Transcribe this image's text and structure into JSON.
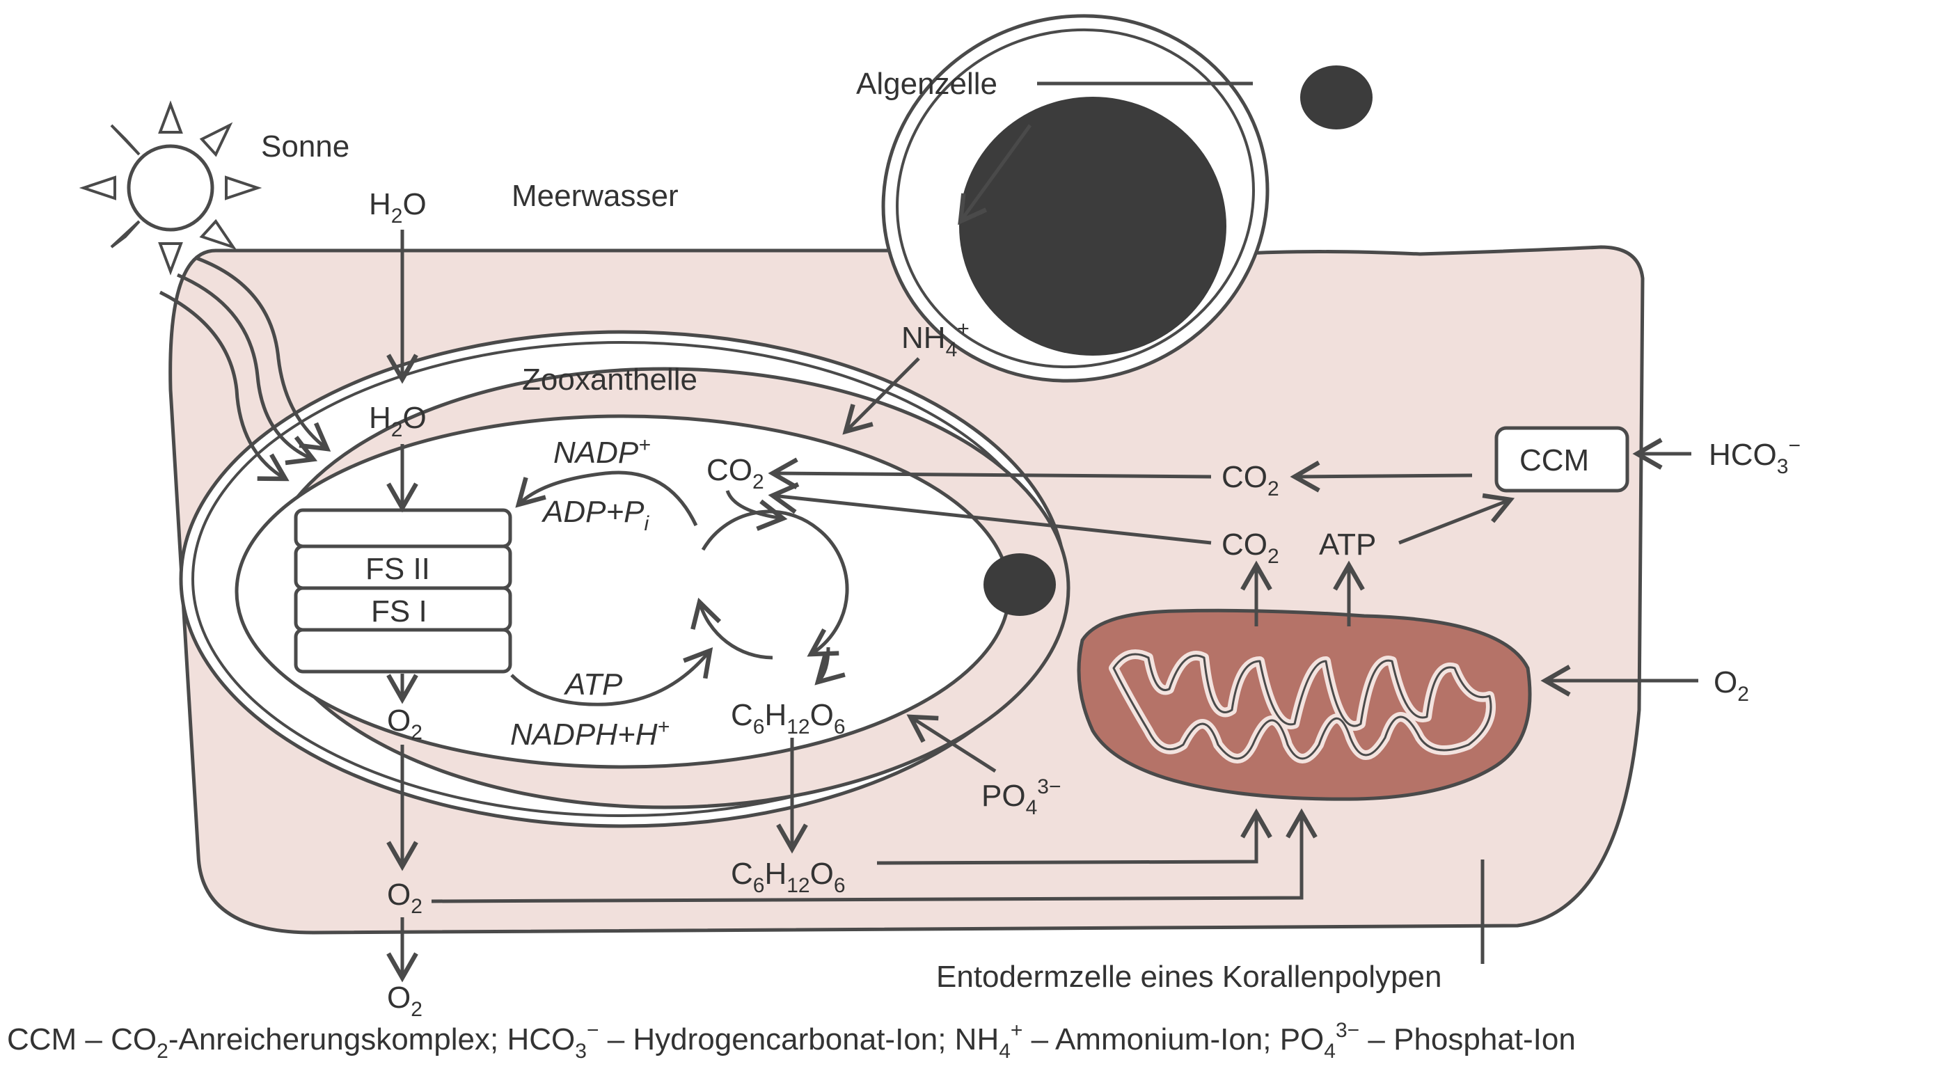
{
  "labels": {
    "sonne": "Sonne",
    "meerwasser": "Meerwasser",
    "algenzelle": "Algenzelle",
    "zooxanthelle": "Zooxanthelle",
    "entodermzelle": "Entodermzelle eines Korallenpolypen",
    "fs2": "FS II",
    "fs1": "FS I",
    "ccm": "CCM"
  },
  "chem": {
    "h2o_top": {
      "base": "H",
      "sub": "2",
      "tail": "O"
    },
    "h2o_inner": {
      "base": "H",
      "sub": "2",
      "tail": "O"
    },
    "o2_inner": {
      "base": "O",
      "sub": "2"
    },
    "o2_cell": {
      "base": "O",
      "sub": "2"
    },
    "o2_out": {
      "base": "O",
      "sub": "2"
    },
    "o2_right": {
      "base": "O",
      "sub": "2"
    },
    "co2_calvin": {
      "base": "CO",
      "sub": "2"
    },
    "co2_upper": {
      "base": "CO",
      "sub": "2"
    },
    "co2_lower": {
      "base": "CO",
      "sub": "2"
    },
    "atp_cell": "ATP",
    "nh4": {
      "base": "NH",
      "sub": "4",
      "sup": "+"
    },
    "hco3": {
      "base": "HCO",
      "sub": "3",
      "sup": "−"
    },
    "po4": {
      "base": "PO",
      "sub": "4",
      "sup": "3−"
    },
    "glucose_inner": {
      "a": "C",
      "s1": "6",
      "b": "H",
      "s2": "12",
      "c": "O",
      "s3": "6"
    },
    "glucose_cell": {
      "a": "C",
      "s1": "6",
      "b": "H",
      "s2": "12",
      "c": "O",
      "s3": "6"
    },
    "nadp": {
      "base": "NADP",
      "sup": "+"
    },
    "adp_pi": {
      "base": "ADP+P",
      "sub": "i"
    },
    "atp_inner": "ATP",
    "nadph": {
      "base": "NADPH+H",
      "sup": "+"
    }
  },
  "legend": {
    "p1": "CCM – CO",
    "s1": "2",
    "p2": "-Anreicherungskomplex; HCO",
    "s2": "3",
    "sup2": "−",
    "p3": " – Hydrogencarbonat-Ion; NH",
    "s3": "4",
    "sup3": "+",
    "p4": " – Ammonium-Ion; PO",
    "s4": "4",
    "sup4": "3−",
    "p5": " – Phosphat-Ion"
  },
  "colors": {
    "cell_fill": "#f1e0dc",
    "mito_fill": "#b57368",
    "outline": "#4a4a4a",
    "dark": "#3c3c3c"
  }
}
